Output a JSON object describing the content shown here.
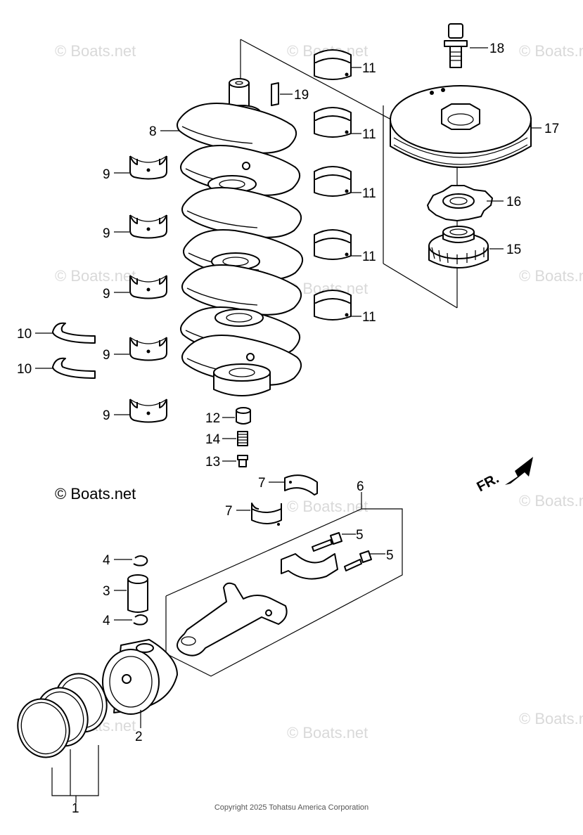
{
  "watermark": "© Boats.net",
  "brand_label": "© Boats.net",
  "copyright": "Copyright 2025 Tohatsu America Corporation",
  "direction_label": "FR.",
  "callouts": {
    "c1": "1",
    "c2": "2",
    "c3": "3",
    "c4a": "4",
    "c4b": "4",
    "c5a": "5",
    "c5b": "5",
    "c6": "6",
    "c7a": "7",
    "c7b": "7",
    "c8": "8",
    "c9a": "9",
    "c9b": "9",
    "c9c": "9",
    "c9d": "9",
    "c9e": "9",
    "c10a": "10",
    "c10b": "10",
    "c11a": "11",
    "c11b": "11",
    "c11c": "11",
    "c11d": "11",
    "c11e": "11",
    "c12": "12",
    "c13": "13",
    "c14": "14",
    "c15": "15",
    "c16": "16",
    "c17": "17",
    "c18": "18",
    "c19": "19"
  }
}
